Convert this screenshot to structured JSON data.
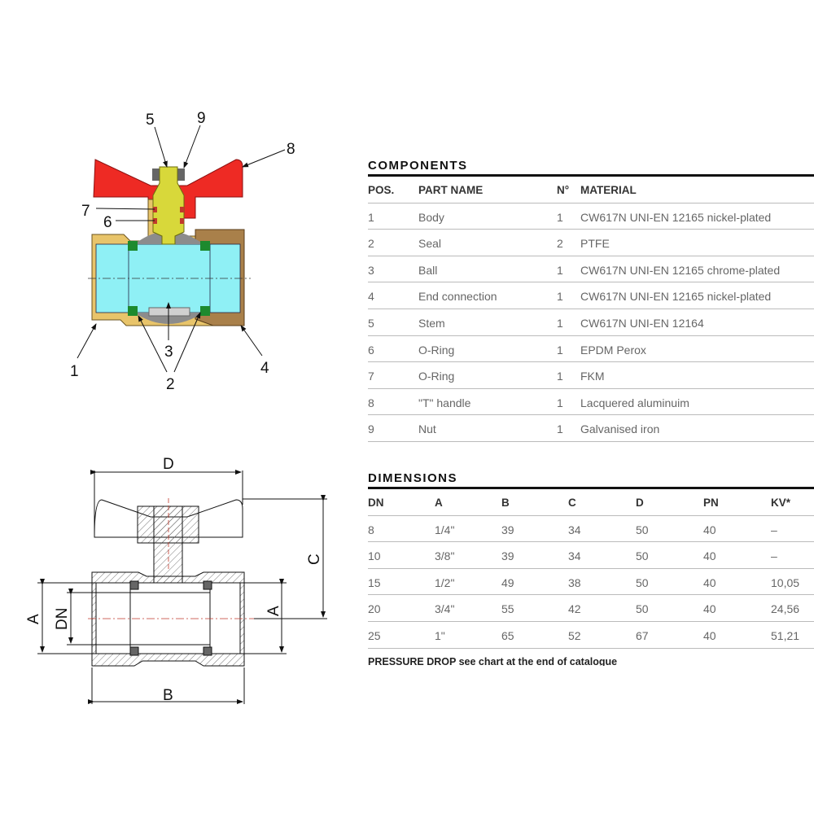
{
  "diagram_top": {
    "callouts": [
      "1",
      "2",
      "3",
      "4",
      "5",
      "6",
      "7",
      "8",
      "9"
    ],
    "colors": {
      "handle": "#ee2a24",
      "body": "#e8c46a",
      "end_connection": "#a9804a",
      "bore": "#8ff0f5",
      "seal": "#1d8a2e",
      "ball": "#8c8c8c"
    }
  },
  "diagram_bottom": {
    "dims": {
      "d": "D",
      "c": "C",
      "a_left": "A",
      "dn": "DN",
      "a_right": "A",
      "b": "B"
    }
  },
  "components": {
    "title": "COMPONENTS",
    "headers": [
      "POS.",
      "PART NAME",
      "N°",
      "MATERIAL"
    ],
    "rows": [
      [
        "1",
        "Body",
        "1",
        "CW617N UNI-EN 12165 nickel-plated"
      ],
      [
        "2",
        "Seal",
        "2",
        "PTFE"
      ],
      [
        "3",
        "Ball",
        "1",
        "CW617N UNI-EN 12165 chrome-plated"
      ],
      [
        "4",
        "End connection",
        "1",
        "CW617N UNI-EN 12165 nickel-plated"
      ],
      [
        "5",
        "Stem",
        "1",
        "CW617N UNI-EN 12164"
      ],
      [
        "6",
        "O-Ring",
        "1",
        "EPDM Perox"
      ],
      [
        "7",
        "O-Ring",
        "1",
        "FKM"
      ],
      [
        "8",
        "\"T\" handle",
        "1",
        "Lacquered aluminuim"
      ],
      [
        "9",
        "Nut",
        "1",
        "Galvanised iron"
      ]
    ]
  },
  "dimensions": {
    "title": "DIMENSIONS",
    "headers": [
      "DN",
      "A",
      "B",
      "C",
      "D",
      "PN",
      "KV*"
    ],
    "rows": [
      [
        "8",
        "1/4\"",
        "39",
        "34",
        "50",
        "40",
        "–"
      ],
      [
        "10",
        "3/8\"",
        "39",
        "34",
        "50",
        "40",
        "–"
      ],
      [
        "15",
        "1/2\"",
        "49",
        "38",
        "50",
        "40",
        "10,05"
      ],
      [
        "20",
        "3/4\"",
        "55",
        "42",
        "50",
        "40",
        "24,56"
      ],
      [
        "25",
        "1\"",
        "65",
        "52",
        "67",
        "40",
        "51,21"
      ]
    ],
    "footer": "PRESSURE DROP see chart at the end of catalogue"
  }
}
